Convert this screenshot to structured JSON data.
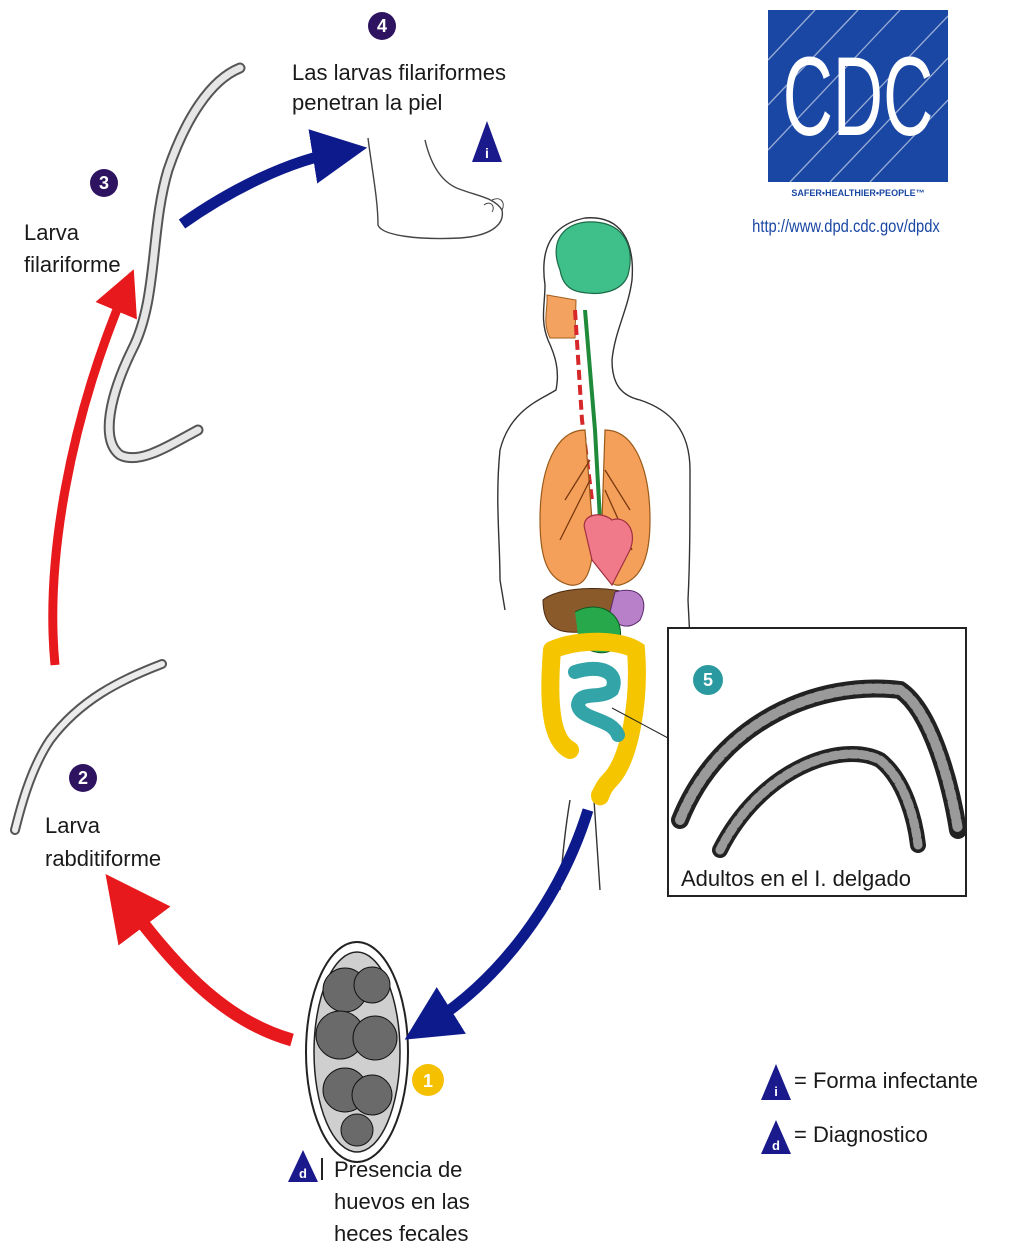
{
  "logo": {
    "text": "CDC",
    "tagline": "SAFER•HEALTHIER•PEOPLE™",
    "url": "http://www.dpd.cdc.gov/dpdx",
    "color": "#1a47a3"
  },
  "steps": [
    {
      "number": "1",
      "lines": [
        "Presencia de",
        "huevos en las",
        "heces fecales"
      ],
      "badge_color": "#f5c000"
    },
    {
      "number": "2",
      "lines": [
        "Larva",
        "rabditiforme"
      ],
      "badge_color": "#2e1460"
    },
    {
      "number": "3",
      "lines": [
        "Larva",
        "filariforme"
      ],
      "badge_color": "#2e1460"
    },
    {
      "number": "4",
      "lines": [
        "Las larvas filariformes",
        "penetran la piel"
      ],
      "badge_color": "#2e1460"
    },
    {
      "number": "5",
      "lines": [
        "Adultos en el I. delgado"
      ],
      "badge_color": "#2a9aa0"
    }
  ],
  "legend": {
    "infective_symbol": "i",
    "infective_label": "= Forma infectante",
    "diagnostic_symbol": "d",
    "diagnostic_label": "= Diagnostico"
  },
  "colors": {
    "red_arrow": "#e8191c",
    "blue_arrow": "#0d1a8c",
    "triangle": "#1a1a8c"
  }
}
